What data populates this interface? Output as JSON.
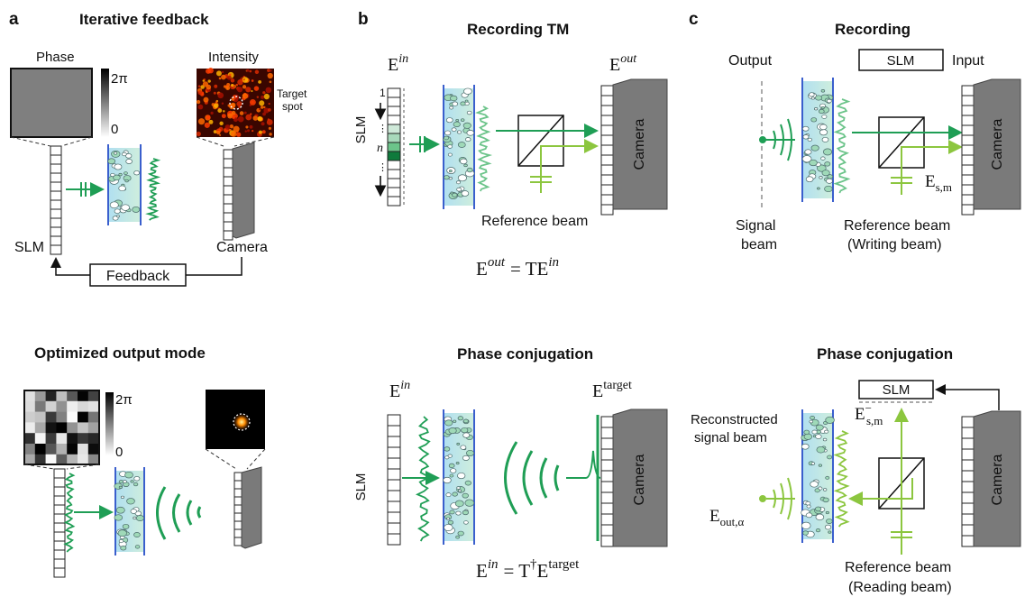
{
  "panels": {
    "a": {
      "letter": "a",
      "title": "Iterative feedback",
      "phase_label": "Phase",
      "intensity_label": "Intensity",
      "scale_max": "2π",
      "scale_min": "0",
      "target_spot_line1": "Target",
      "target_spot_line2": "spot",
      "slm_label": "SLM",
      "camera_label": "Camera",
      "feedback_label": "Feedback",
      "bottom_title": "Optimized output mode",
      "bottom_scale_max": "2π",
      "bottom_scale_min": "0"
    },
    "b": {
      "letter": "b",
      "title": "Recording TM",
      "e_in_base": "E",
      "e_in_sup": "in",
      "e_out_base": "E",
      "e_out_sup": "out",
      "slm_label": "SLM",
      "index_1": "1",
      "index_n": "n",
      "camera_label": "Camera",
      "reference_beam": "Reference beam",
      "equation_lhs_base": "E",
      "equation_lhs_sup": "out",
      "equation_rhs": "= TE",
      "equation_rhs_sup": "in",
      "bottom_title": "Phase conjugation",
      "bottom_e_in_base": "E",
      "bottom_e_in_sup": "in",
      "bottom_e_target_base": "E",
      "bottom_e_target_sup": "target",
      "bottom_slm_label": "SLM",
      "bottom_camera_label": "Camera",
      "bottom_equation_lhs": "E",
      "bottom_equation_lhs_sup": "in",
      "bottom_equation_mid": "= T",
      "bottom_equation_dagger": "†",
      "bottom_equation_e": "E",
      "bottom_equation_sup": "target"
    },
    "c": {
      "letter": "c",
      "title": "Recording",
      "output_label": "Output",
      "slm_box": "SLM",
      "input_label": "Input",
      "camera_label": "Camera",
      "e_sm_base": "E",
      "e_sm_sub": "s,m",
      "signal_beam_line1": "Signal",
      "signal_beam_line2": "beam",
      "ref_beam_line1": "Reference beam",
      "ref_beam_line2": "(Writing beam)",
      "bottom_title": "Phase conjugation",
      "bottom_slm_box": "SLM",
      "bottom_e_sm_base": "E",
      "bottom_e_sm_sub": "s,m",
      "bottom_e_sm_sup": "−",
      "reconstructed_line1": "Reconstructed",
      "reconstructed_line2": "signal beam",
      "e_out_base": "E",
      "e_out_sub": "out,α",
      "bottom_camera_label": "Camera",
      "reading_line1": "Reference beam",
      "reading_line2": "(Reading beam)"
    }
  },
  "colors": {
    "green_dark": "#1f9e55",
    "green_light": "#8cc63f",
    "blue_line": "#3a5fcd",
    "medium_fill": "#bfe6ea",
    "camera_gray": "#7a7a7a",
    "phase_gray": "#7f7f7f"
  }
}
